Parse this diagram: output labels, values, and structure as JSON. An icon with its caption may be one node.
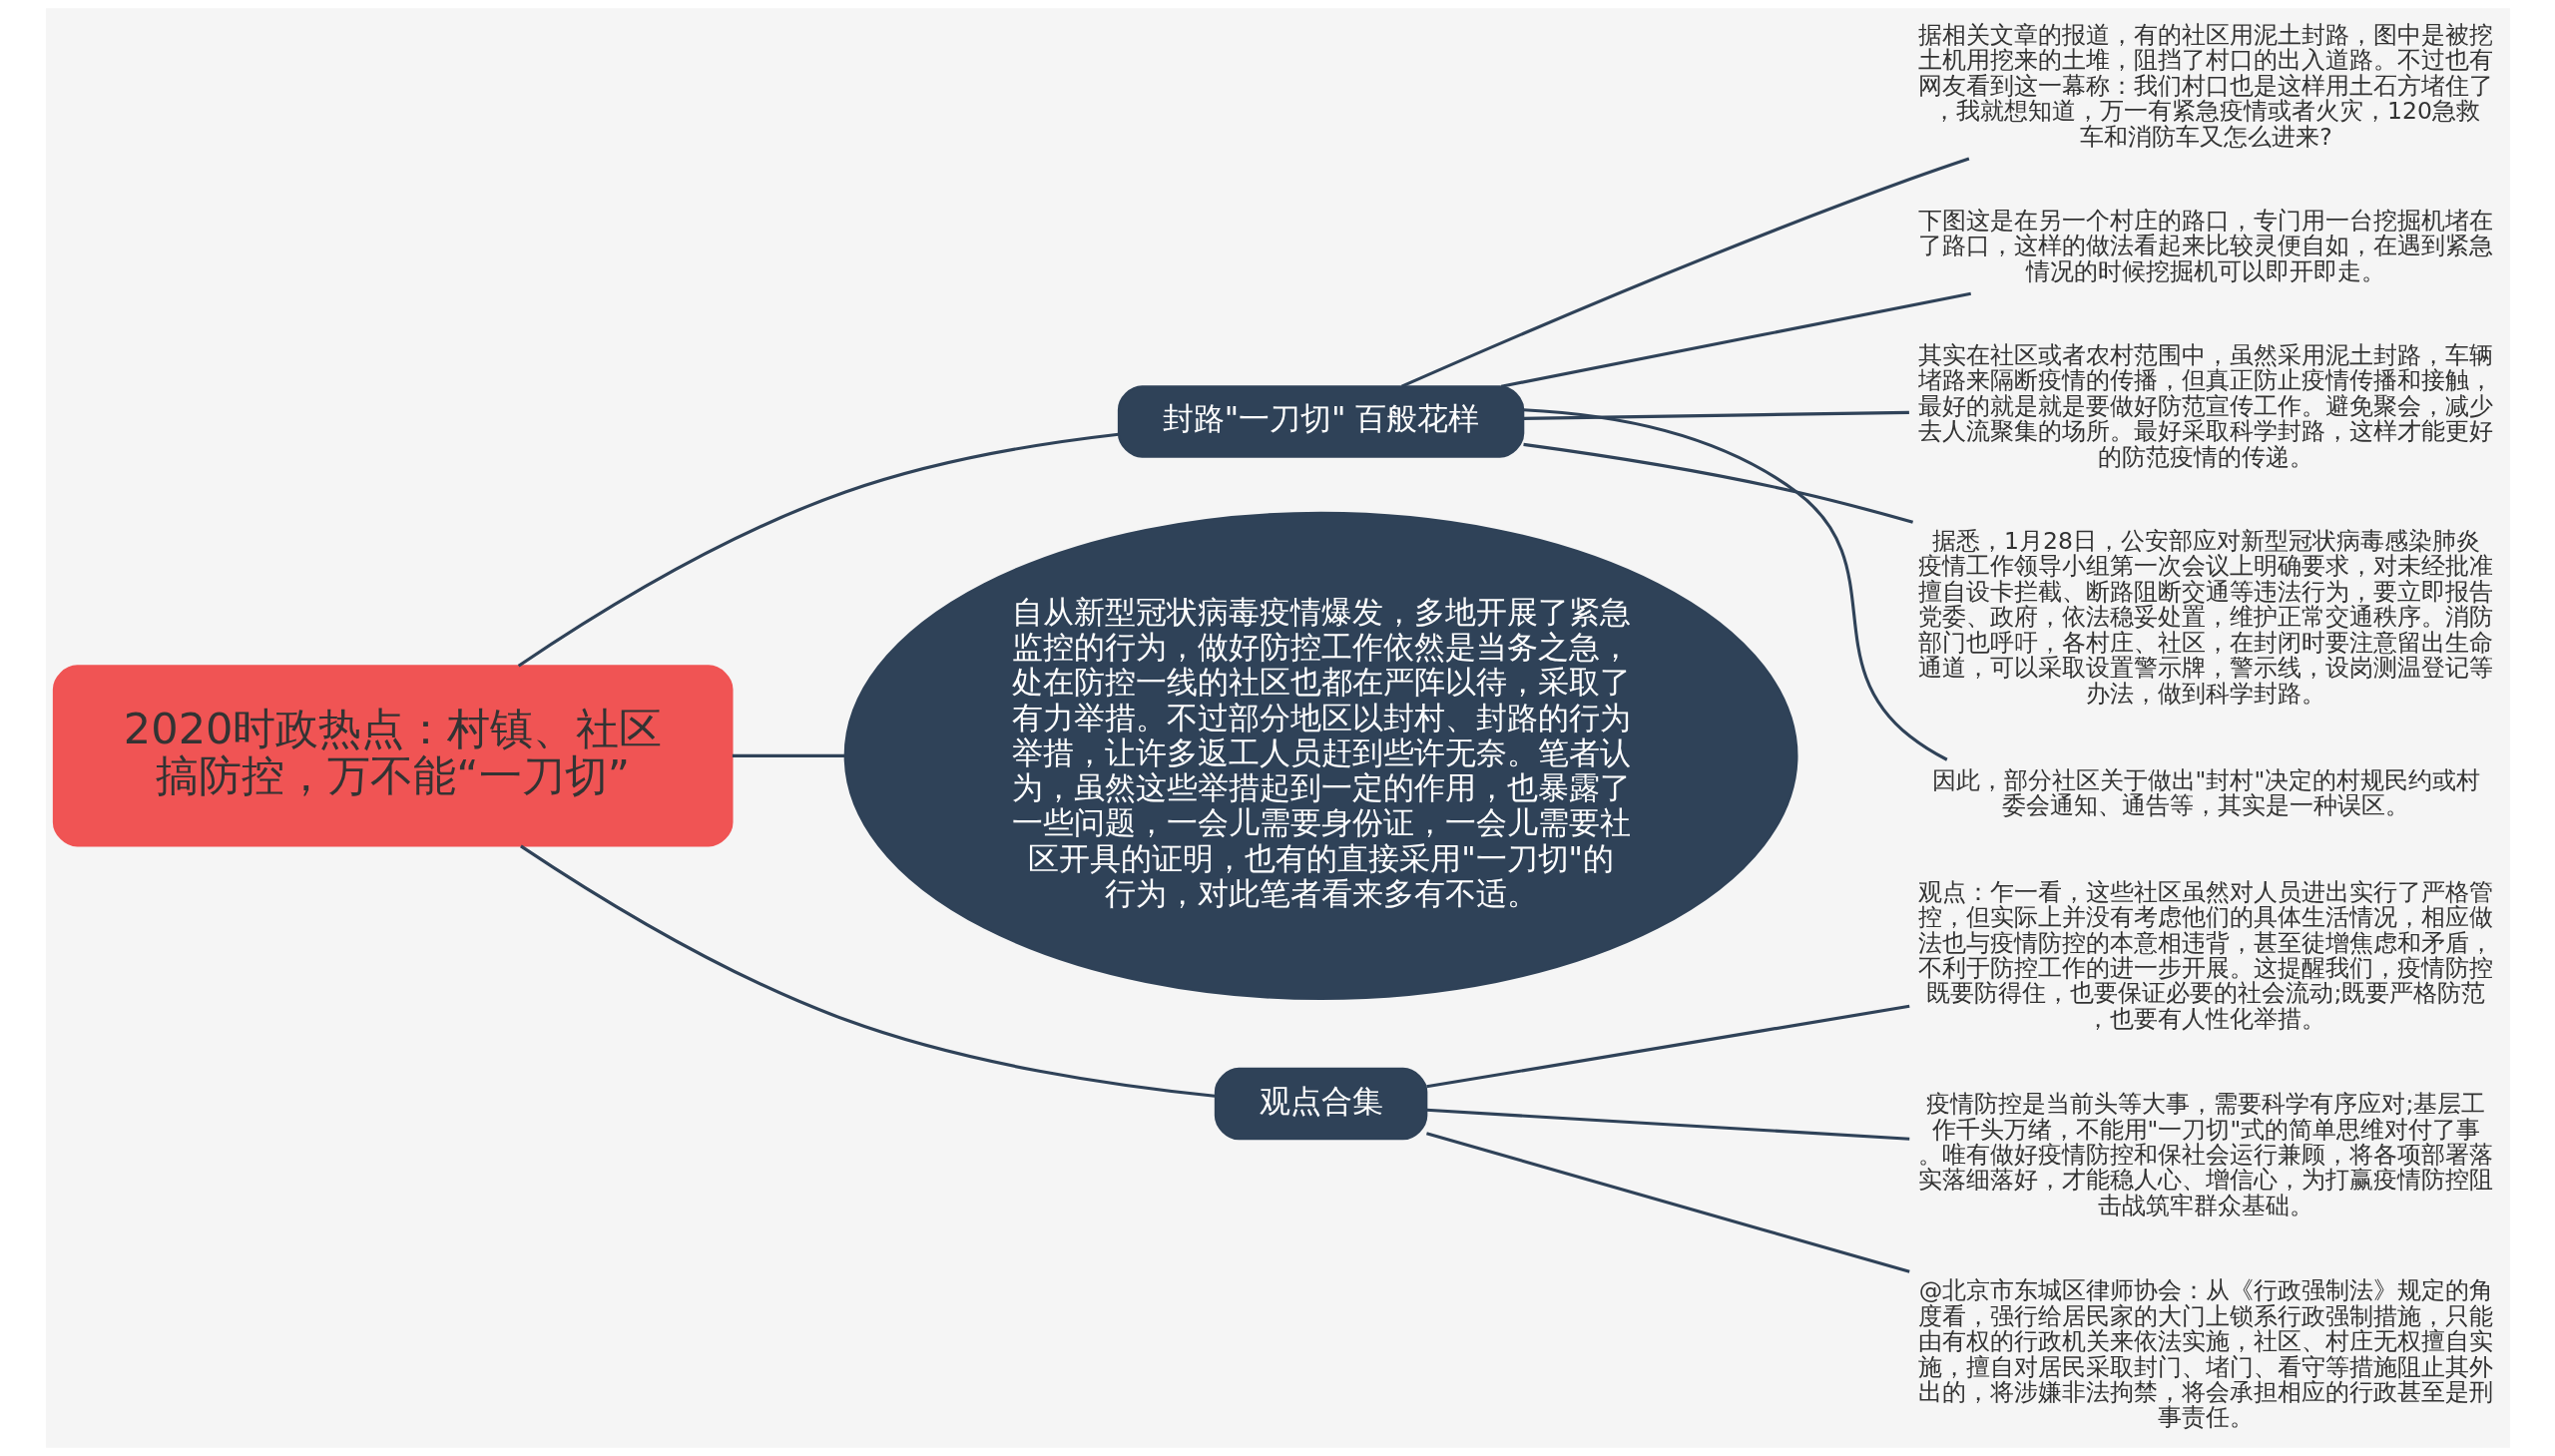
{
  "diagram": {
    "nodes": [
      {
        "text": [
          "2020时政热点：村镇、社区搞防控，万不能“一刀切”"
        ]
      },
      {
        "text": [
          "封路\"一刀切\" 百般花样"
        ]
      },
      {
        "text": [
          "据相关文章的报道，有的社区用泥土封路，图中是被挖土机用挖来的土堆，阻挡了村口的出入道路。不过也有网友看到这一幕称：我们村口也是这样用土石方堵住了，我就想知道，万一有紧急疫情或者火灾，120急救车和消防车又怎么进来?"
        ]
      },
      {
        "text": [
          "下图这是在另一个村庄的路口，专门用一台挖掘机堵在了路口，这样的做法看起来比较灵便自如，在遇到紧急情况的时候挖掘机可以即开即走。"
        ]
      },
      {
        "text": [
          "其实在社区或者农村范围中，虽然采用泥土封路，车辆堵路来隔断疫情的传播，但真正防止疫情传播和接触，最好的就是就是要做好防范宣传工作。避免聚会，减少去人流聚集的场所。最好采取科学封路，这样才能更好的防范疫情的传递。"
        ]
      },
      {
        "text": [
          "据悉，1月28日，公安部应对新型冠状病毒感染肺炎疫情工作领导小组第一次会议上明确要求，对未经批准擅自设卡拦截、断路阻断交通等违法行为，要立即报告党委、政府，依法稳妥处置，维护正常交通秩序。消防部门也呼吁，各村庄、社区，在封闭时要注意留出生命通道，可以采取设置警示牌，警示线，设岗测温登记等办法，做到科学封路。"
        ]
      },
      {
        "text": [
          "因此，部分社区关于做出\"封村\"决定的村规民约或村委会通知、通告等，其实是一种误区。"
        ]
      },
      {
        "text": [
          "自从新型冠状病毒疫情爆发，多地开展了紧急监控的行为，做好防控工作依然是当务之急，处在防控一线的社区也都在严阵以待，采取了有力举措。不过部分地区以封村、封路的行为举措，让许多返工人员赶到些许无奈。笔者认为，虽然这些举措起到一定的作用，也暴露了一些问题，一会儿需要身份证，一会儿需要社区开具的证明，也有的直接采用\"一刀切\"的行为，对此笔者看来多有不适。"
        ]
      },
      {
        "text": [
          "观点合集"
        ]
      },
      {
        "text": [
          "观点：乍一看，这些社区虽然对人员进出实行了严格管控，但实际上并没有考虑他们的具体生活情况，相应做法也与疫情防控的本意相违背，甚至徒增焦虑和矛盾，不利于防控工作的进一步开展。这提醒我们，疫情防控既要防得住，也要保证必要的社会流动;既要严格防范，也要有人性化举措。"
        ]
      },
      {
        "text": [
          "疫情防控是当前头等大事，需要科学有序应对;基层工作千头万绪，不能用\"一刀切\"式的简单思维对付了事。唯有做好疫情防控和保社会运行兼顾，将各项部署落实落细落好，才能稳人心、增信心，为打赢疫情防控阻击战筑牢群众基础。"
        ]
      },
      {
        "text": [
          "@北京市东城区律师协会：从《行政强制法》规定的角度看，强行给居民家的大门上锁系行政强制措施，只能由有权的行政机关来依法实施，社区、村庄无权擅自实施，擅自对居民采取封门、堵门、看守等措施阻止其外出的，将涉嫌非法拘禁，将会承担相应的行政甚至是刑事责任。"
        ]
      }
    ],
    "edges": [
      {
        "from": 0,
        "to": 1,
        "arrow": "none"
      },
      {
        "from": 1,
        "to": 2,
        "arrow": "none"
      },
      {
        "from": 1,
        "to": 3,
        "arrow": "none"
      },
      {
        "from": 1,
        "to": 4,
        "arrow": "none"
      },
      {
        "from": 1,
        "to": 5,
        "arrow": "none"
      },
      {
        "from": 1,
        "to": 6,
        "arrow": "none"
      },
      {
        "from": 0,
        "to": 7,
        "arrow": "none"
      },
      {
        "from": 0,
        "to": 8,
        "arrow": "none"
      },
      {
        "from": 8,
        "to": 9,
        "arrow": "none"
      },
      {
        "from": 8,
        "to": 10,
        "arrow": "none"
      },
      {
        "from": 8,
        "to": 11,
        "arrow": "none"
      }
    ]
  }
}
